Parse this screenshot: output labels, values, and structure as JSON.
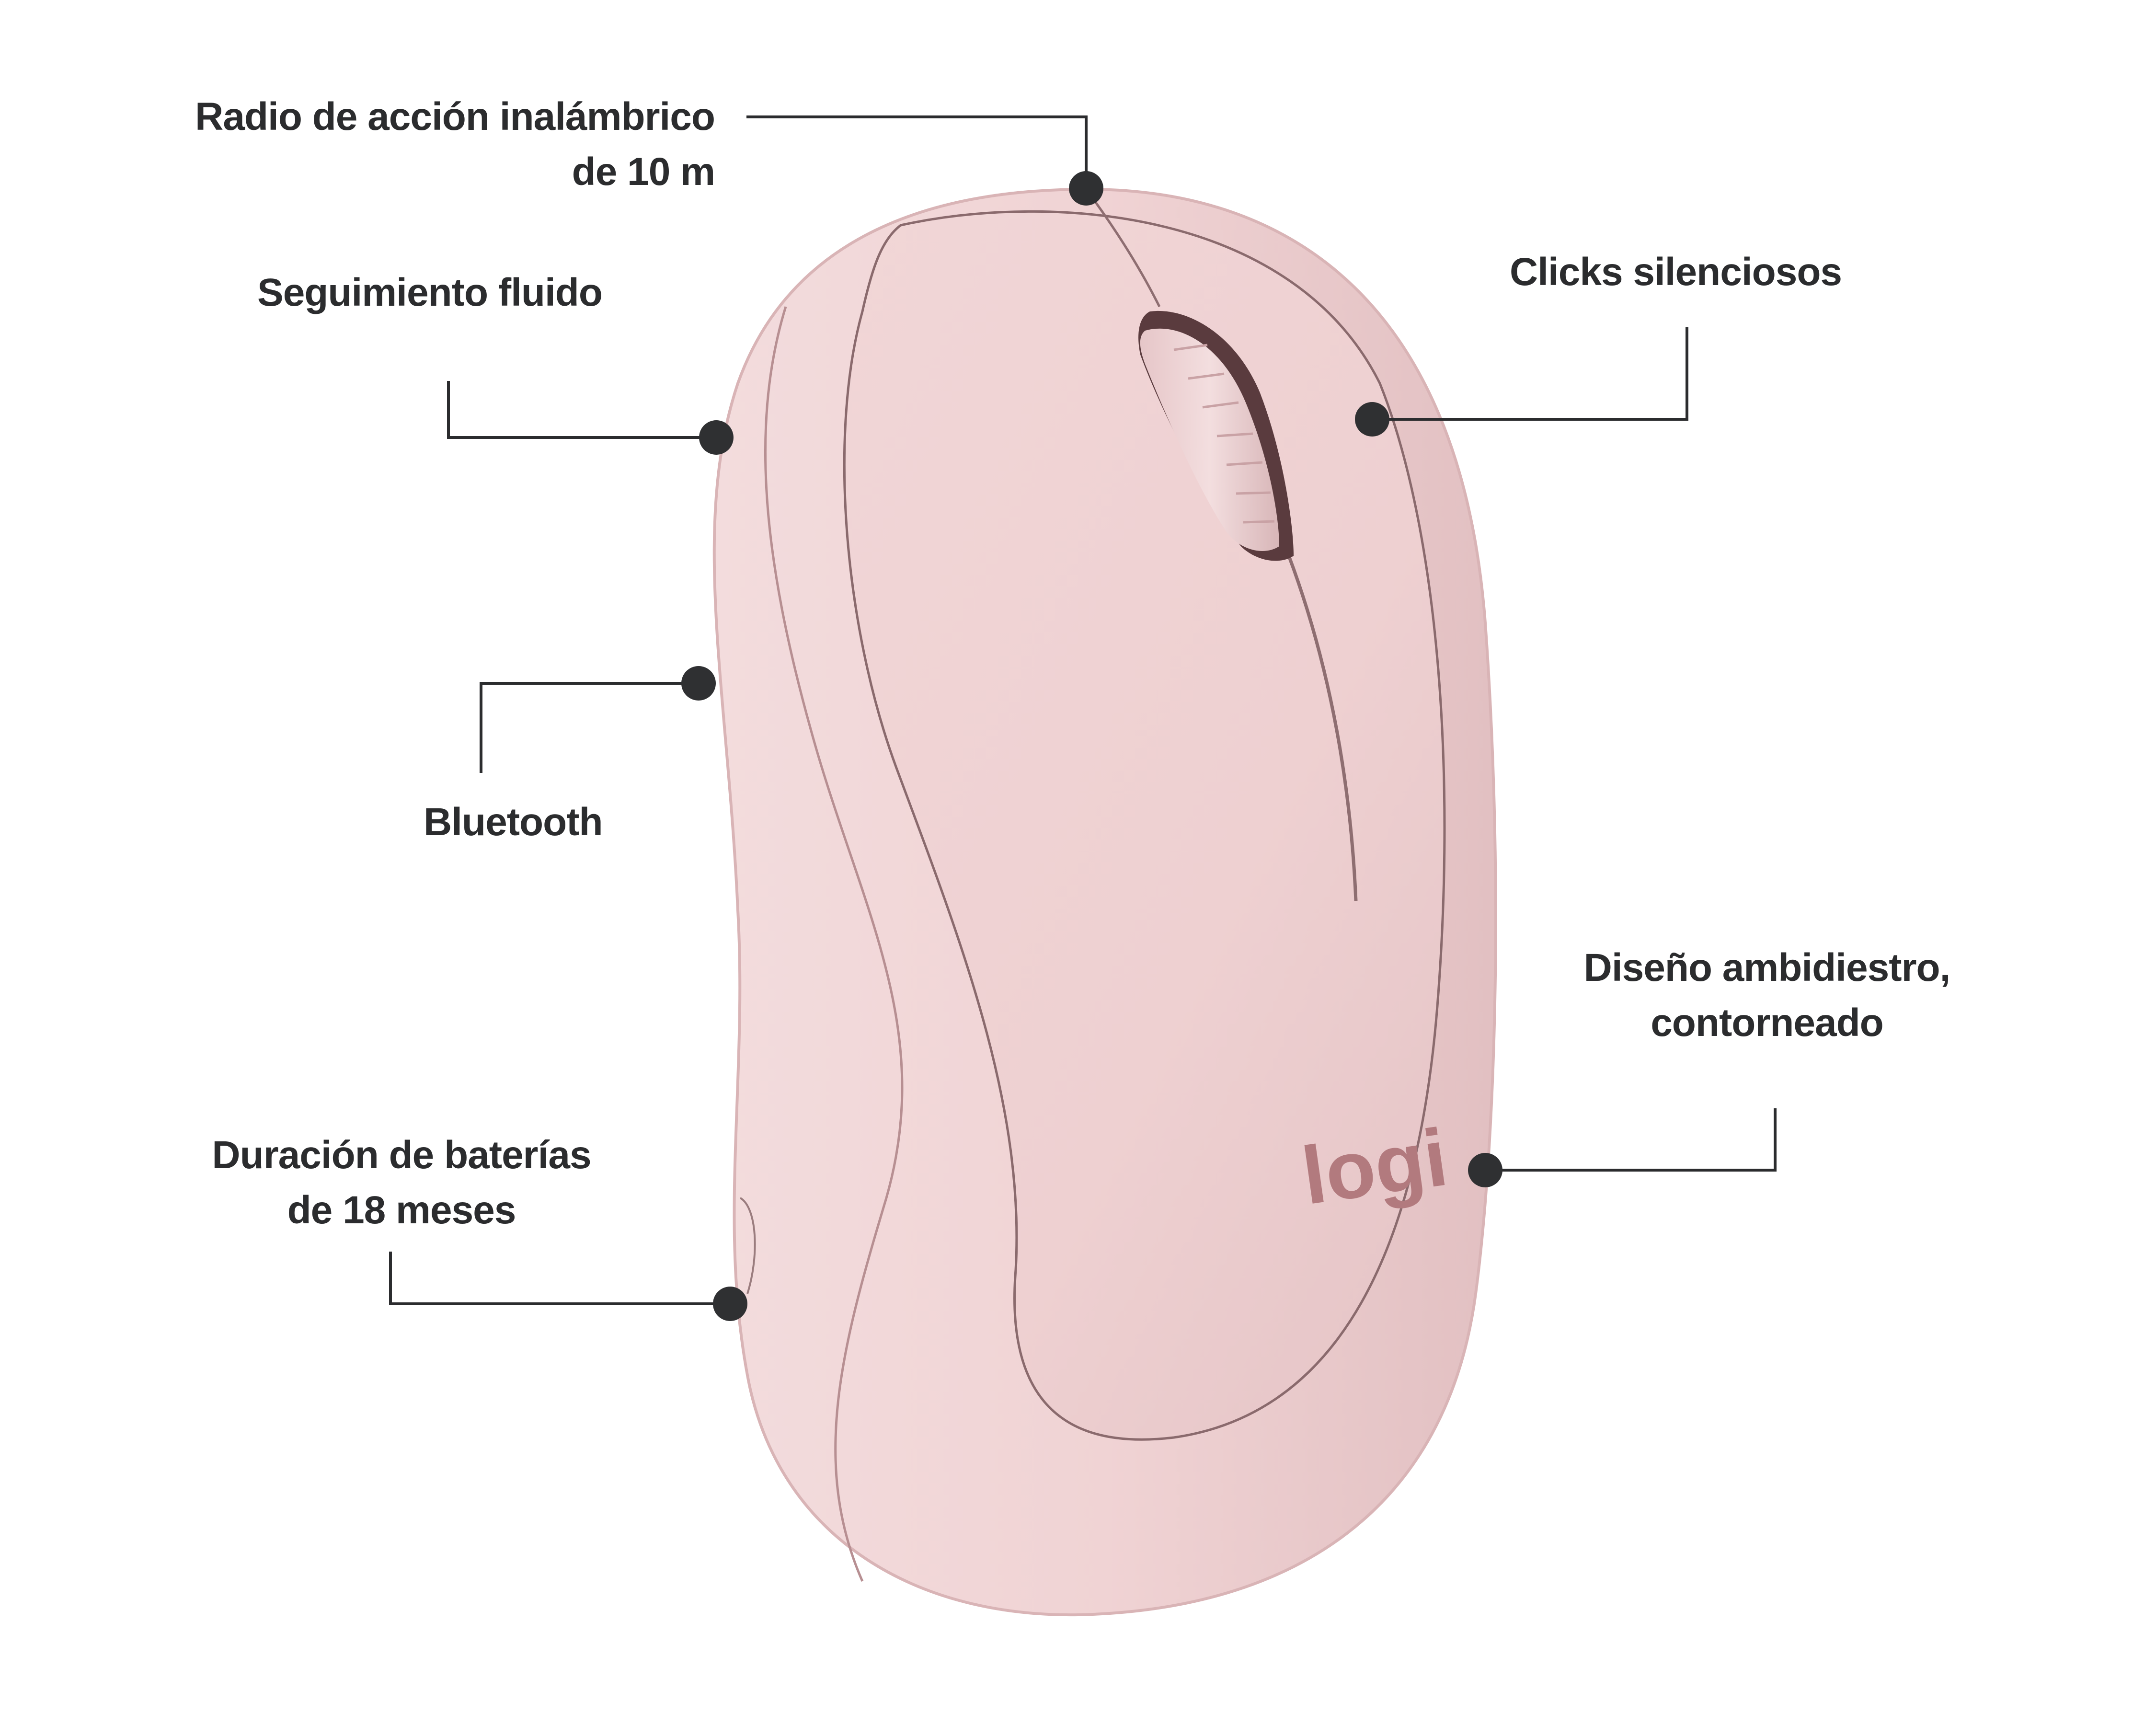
{
  "figure": {
    "type": "product-feature-callout",
    "product_color": "#efd2d3",
    "product_shadow_color": "#d9b4b6",
    "logo_color": "#b27a7e",
    "text_color": "#2b2c2e",
    "background": "#ffffff"
  },
  "product": {
    "logo_text": "logi"
  },
  "callouts": [
    {
      "id": "wireless-range",
      "lines": [
        "Radio de acción inalámbrico",
        "de 10 m"
      ]
    },
    {
      "id": "smooth-tracking",
      "lines": [
        "Seguimiento fluido"
      ]
    },
    {
      "id": "silent-clicks",
      "lines": [
        "Clicks silenciosos"
      ]
    },
    {
      "id": "bluetooth",
      "lines": [
        "Bluetooth"
      ]
    },
    {
      "id": "ambidextrous-design",
      "lines": [
        "Diseño ambidiestro,",
        "contorneado"
      ]
    },
    {
      "id": "battery-life",
      "lines": [
        "Duración de baterías",
        "de 18 meses"
      ]
    }
  ]
}
